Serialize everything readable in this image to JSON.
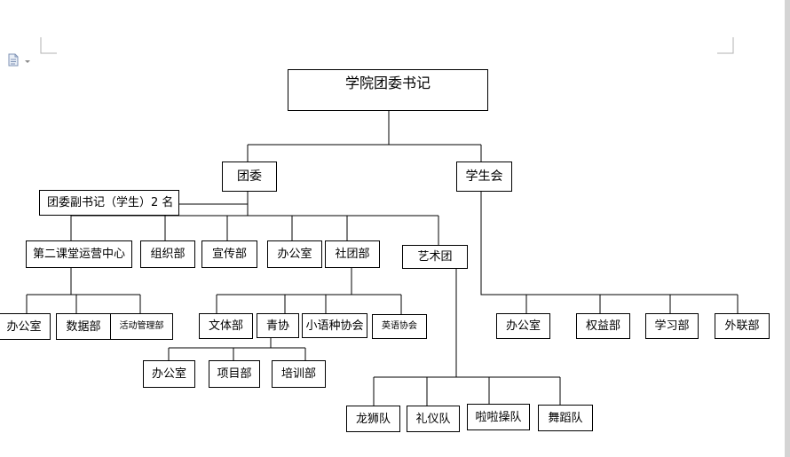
{
  "org_chart": {
    "root": "学院团委书记",
    "tuanwei": "团委",
    "xueshenghui": "学生会",
    "deputy": "团委副书记（学生）2 名",
    "tuanwei_children": {
      "dierketang": "第二课堂运营中心",
      "zuzhibu": "组织部",
      "xuanchuanbu": "宣传部",
      "bangongshi": "办公室",
      "shetuanbu": "社团部",
      "yishutuan": "艺术团"
    },
    "dierketang_children": [
      "办公室",
      "数据部",
      "活动管理部"
    ],
    "shetuan_children": [
      "文体部",
      "青协",
      "小语种协会",
      "英语协会"
    ],
    "qingxie_children": [
      "办公室",
      "项目部",
      "培训部"
    ],
    "yishutuan_children": [
      "龙狮队",
      "礼仪队",
      "啦啦操队",
      "舞蹈队"
    ],
    "xueshenghui_children": [
      "办公室",
      "权益部",
      "学习部",
      "外联部"
    ]
  }
}
